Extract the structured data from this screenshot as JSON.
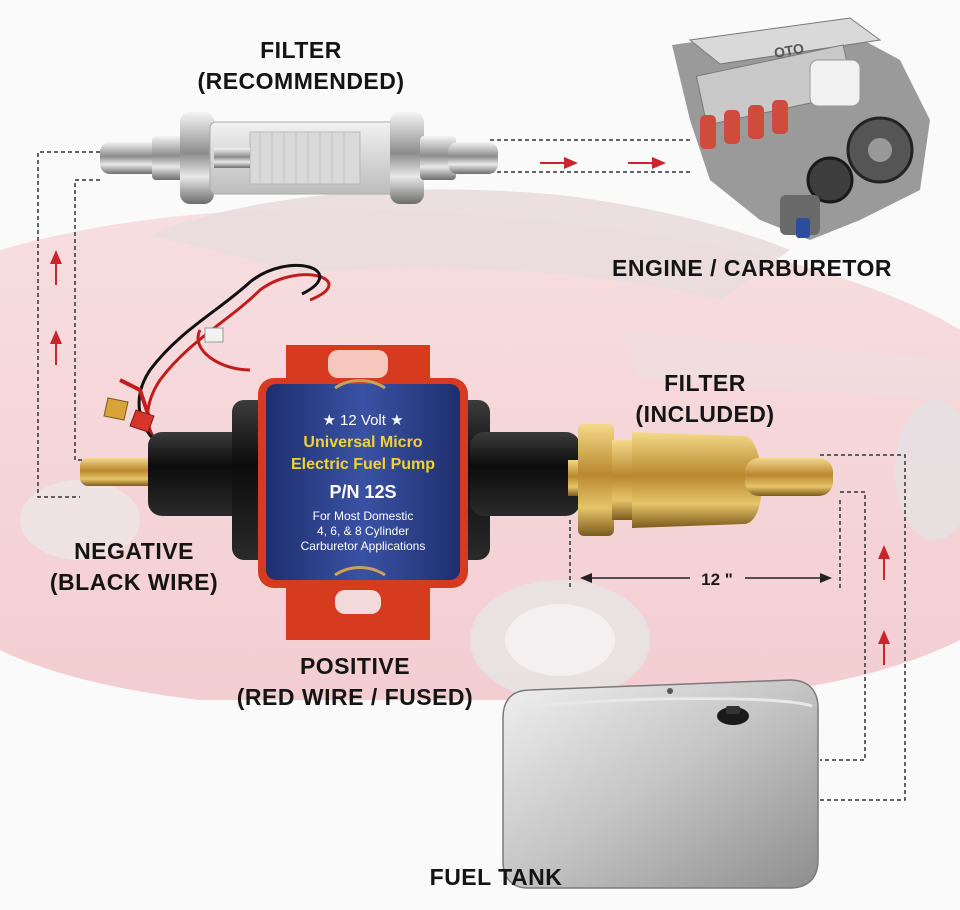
{
  "labels": {
    "filter_recommended": [
      "FILTER",
      "(RECOMMENDED)"
    ],
    "engine": "ENGINE / CARBURETOR",
    "filter_included": [
      "FILTER",
      "(INCLUDED)"
    ],
    "negative": [
      "NEGATIVE",
      "(BLACK WIRE)"
    ],
    "positive": [
      "POSITIVE",
      "(RED WIRE / FUSED)"
    ],
    "fuel_tank": "FUEL TANK",
    "distance": "12 \""
  },
  "pump": {
    "voltage": "★ 12 Volt ★",
    "name_line1": "Universal Micro",
    "name_line2": "Electric Fuel Pump",
    "part_number": "P/N 12S",
    "desc_line1": "For Most Domestic",
    "desc_line2": "4, 6, & 8 Cylinder",
    "desc_line3": "Carburetor Applications"
  },
  "engine_badge": "OTO",
  "colors": {
    "arrow": "#c8262b",
    "pump_body": "#2a3f86",
    "pump_accent": "#d63b20",
    "pump_text_yellow": "#f3d232",
    "dashed_line": "#333333",
    "label_text": "#141414"
  },
  "icons": [
    "fuel-pump-icon",
    "inline-filter-icon",
    "engine-icon",
    "fuel-tank-icon",
    "brass-filter-icon",
    "flow-arrow-icon"
  ]
}
